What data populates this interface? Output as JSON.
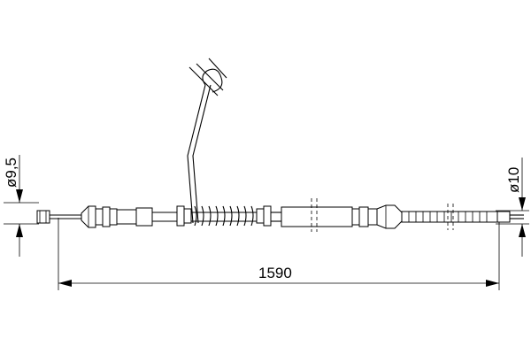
{
  "dimensions": {
    "length": "1590",
    "left_diameter": "ø9,5",
    "right_diameter": "ø10"
  }
}
